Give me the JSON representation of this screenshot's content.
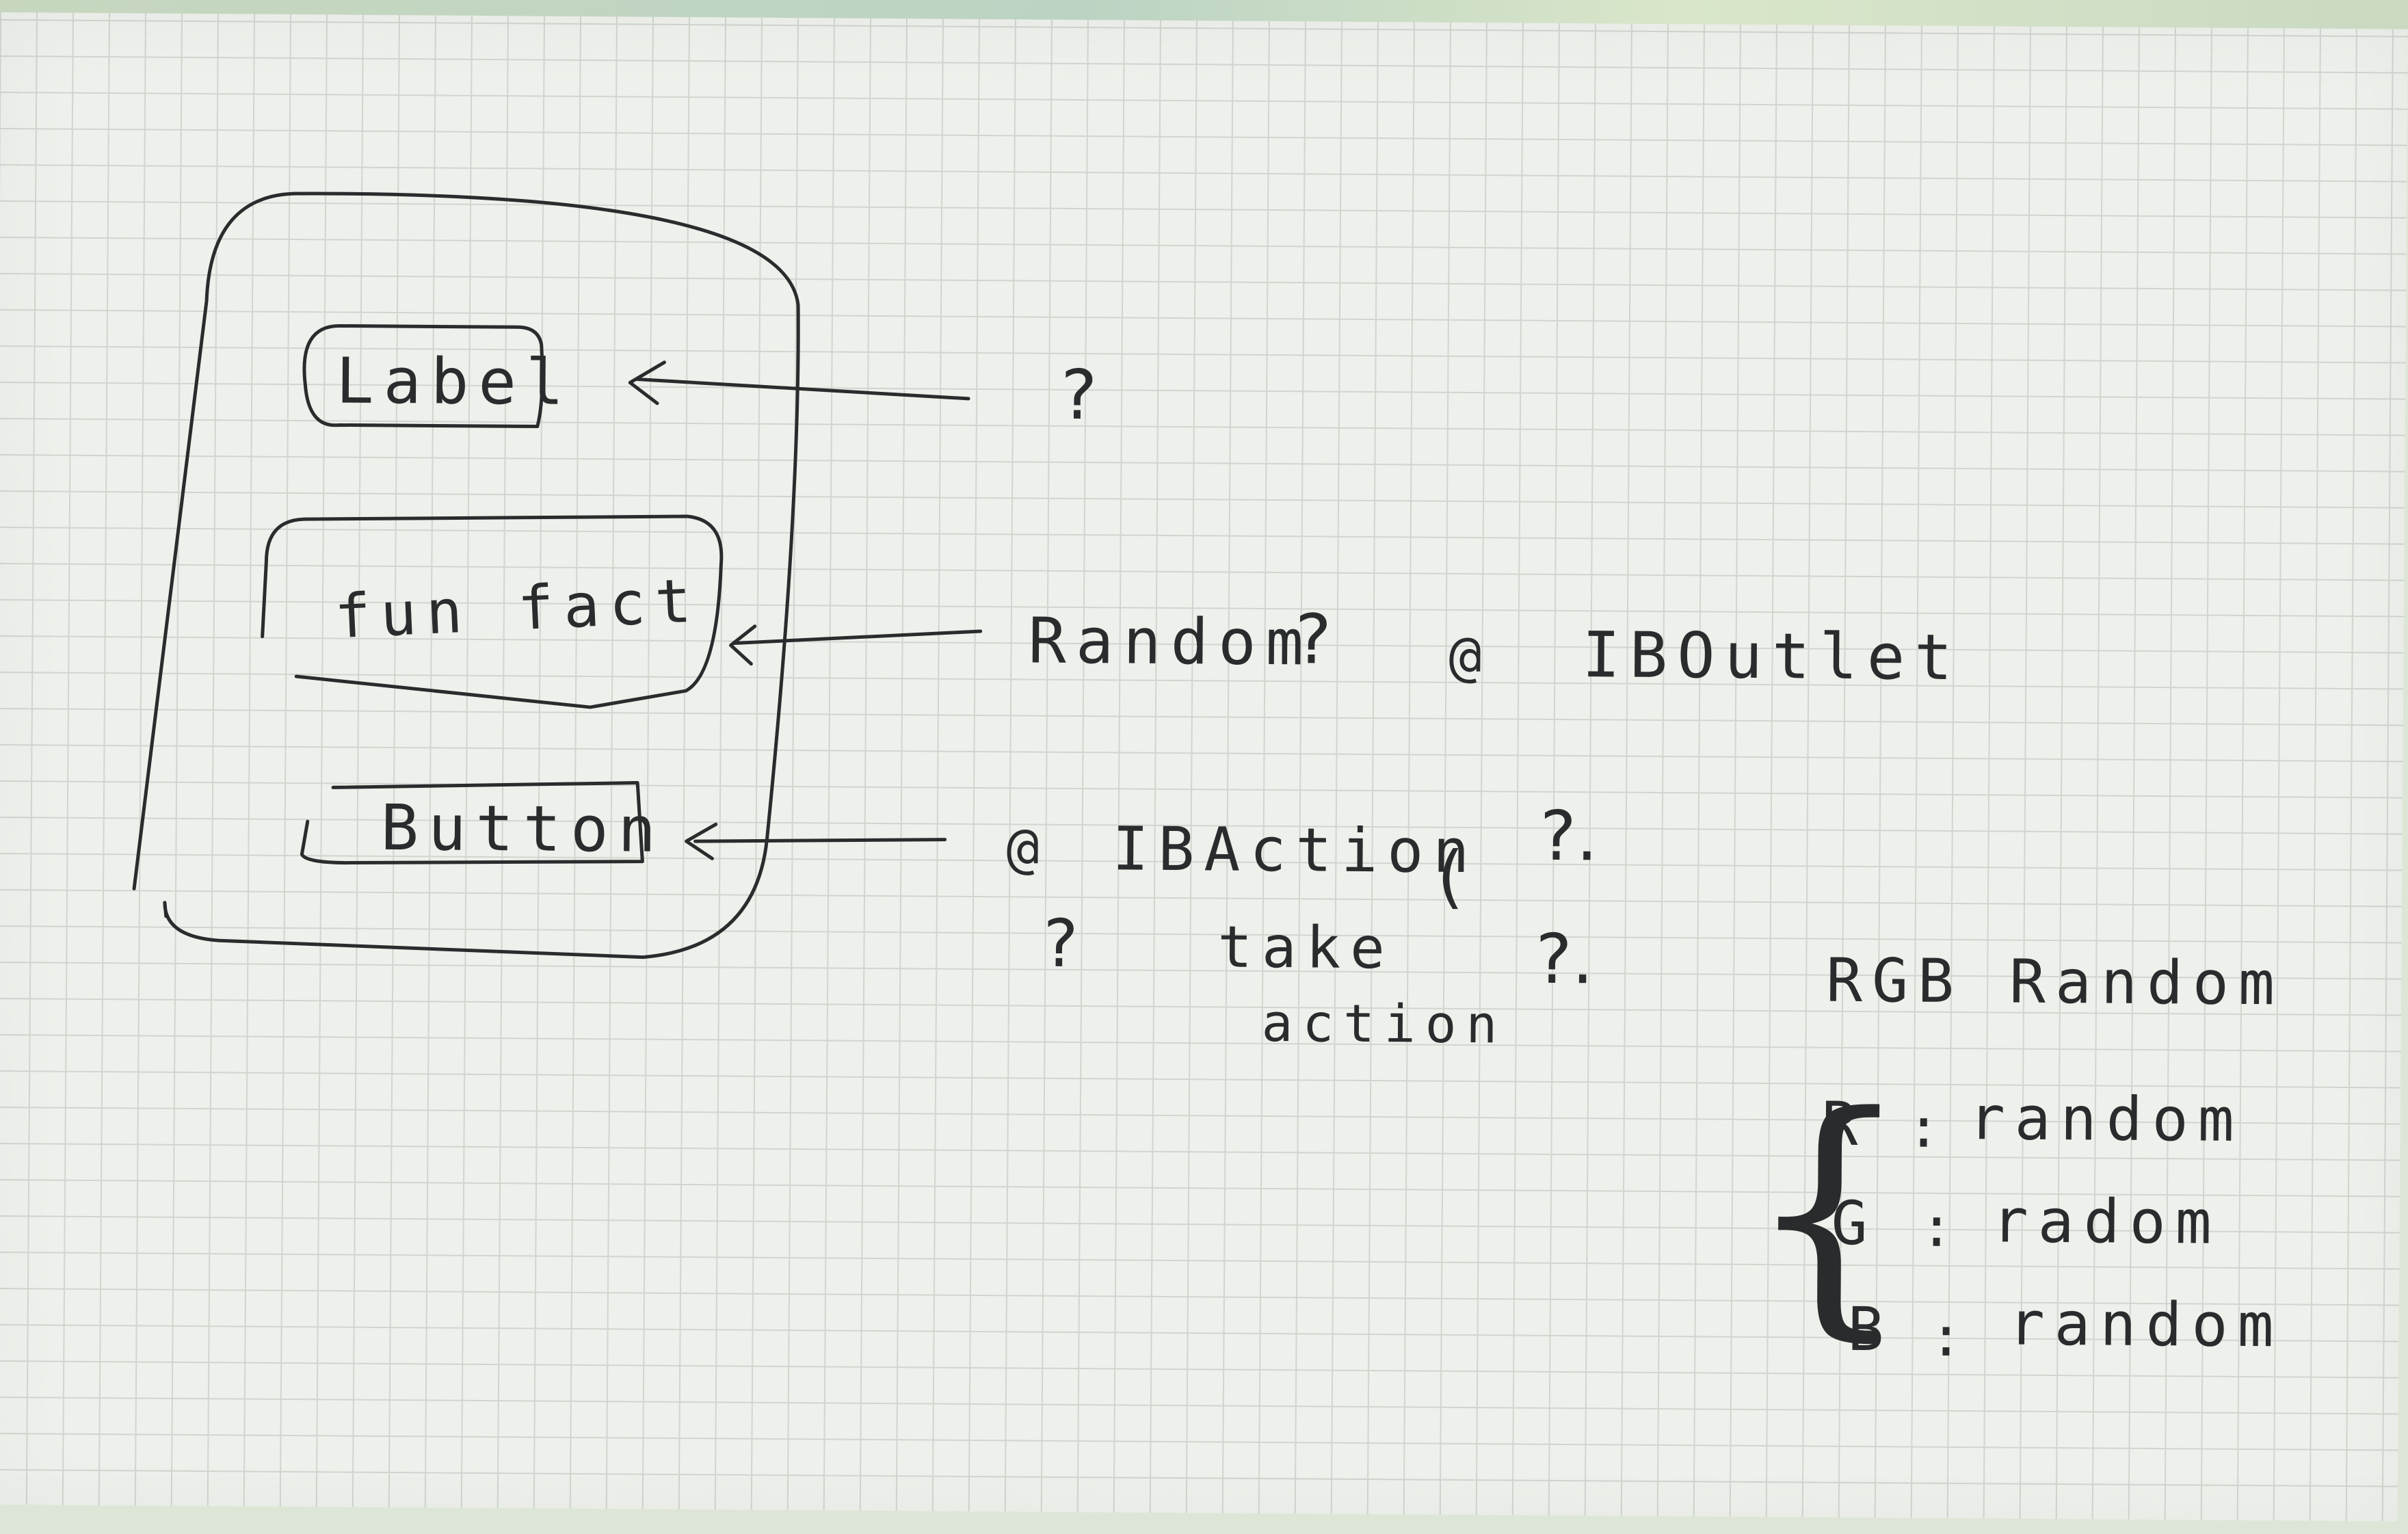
{
  "sketch": {
    "label_box": "Label",
    "fun_fact_box": "fun fact",
    "button_box": "Button"
  },
  "notes": {
    "label_note": "?",
    "random_note": "Random",
    "random_note_glyph": "?",
    "outlet_at": "@",
    "outlet": "IBOutlet",
    "action_at": "@",
    "action": "IBAction",
    "action_glyph": "(",
    "action_glyph2": "?.",
    "press_prefix": "?",
    "press_take": "take",
    "press_action": "action",
    "bg_glyph": "?.",
    "rgb_random": "RGB Random"
  },
  "rgb_list": {
    "r_key": "R",
    "r_sep": ":",
    "r_val": "random",
    "g_key": "G",
    "g_sep": ":",
    "g_val": "radom",
    "b_key": "B",
    "b_sep": ":",
    "b_val": "random"
  }
}
